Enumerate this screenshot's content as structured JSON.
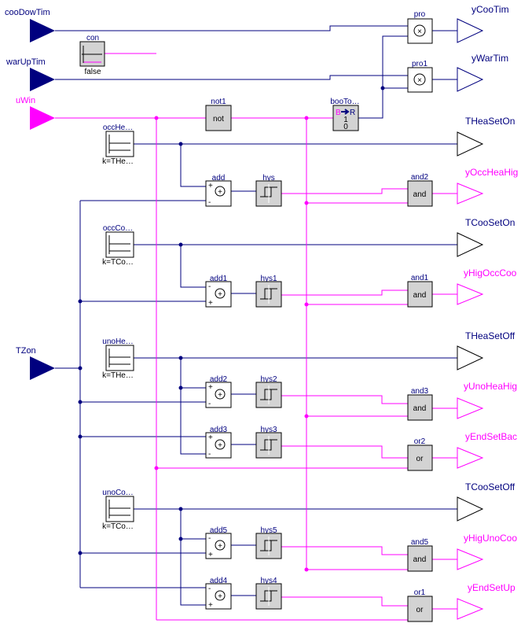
{
  "colors": {
    "real": "#00007f",
    "bool": "#ff00ff",
    "block_fill": "#d3d3d3",
    "block_stroke": "#000000"
  },
  "inputs": {
    "cooDowTim": "cooDowTim",
    "warUpTim": "warUpTim",
    "uWin": "uWin",
    "TZon": "TZon"
  },
  "outputs": {
    "yCooTim": "yCooTim",
    "yWarTim": "yWarTim",
    "THeaSetOn": "THeaSetOn",
    "yOccHeaHig": "yOccHeaHig",
    "TCooSetOn": "TCooSetOn",
    "yHigOccCoo": "yHigOccCoo",
    "THeaSetOff": "THeaSetOff",
    "yUnoHeaHig": "yUnoHeaHig",
    "yEndSetBac": "yEndSetBac",
    "TCooSetOff": "TCooSetOff",
    "yHigUnoCoo": "yHigUnoCoo",
    "yEndSetUp": "yEndSetUp"
  },
  "constants": {
    "con": {
      "name": "con",
      "value": "false"
    },
    "occHe": {
      "name": "occHe…",
      "value": "k=THe…"
    },
    "occCo": {
      "name": "occCo…",
      "value": "k=TCo…"
    },
    "unoHe": {
      "name": "unoHe…",
      "value": "k=THe…"
    },
    "unoCo": {
      "name": "unoCo…",
      "value": "k=TCo…"
    }
  },
  "blocks": {
    "pro": "pro",
    "pro1": "pro1",
    "not1": "not1",
    "not_text": "not",
    "booTo": "booTo…",
    "booTo_B": "B",
    "booTo_R": "R",
    "booTo_1": "1",
    "booTo_0": "0",
    "add": "add",
    "add1": "add1",
    "add2": "add2",
    "add3": "add3",
    "add4": "add4",
    "add5": "add5",
    "hys": "hys",
    "hys1": "hys1",
    "hys2": "hys2",
    "hys3": "hys3",
    "hys4": "hys4",
    "hys5": "hys5",
    "and2": "and2",
    "and1": "and1",
    "and3": "and3",
    "and5": "and5",
    "or2": "or2",
    "or1": "or1",
    "and_text": "and",
    "or_text": "or",
    "plus": "+",
    "minus": "-",
    "times": "×"
  }
}
